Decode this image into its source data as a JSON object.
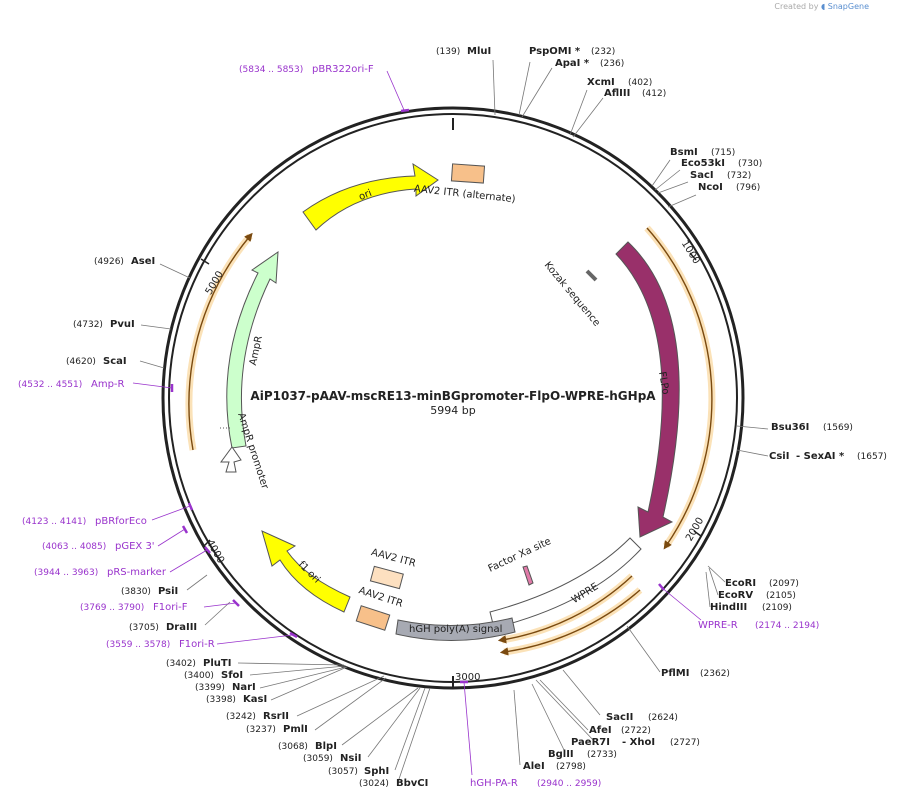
{
  "credit": {
    "prefix": "Created by",
    "brand": "SnapGene"
  },
  "plasmid": {
    "name": "AiP1037-pAAV-mscRE13-minBGpromoter-FlpO-WPRE-hGHpA",
    "length_label": "5994 bp",
    "length": 5994
  },
  "ticks": [
    {
      "pos": 1000,
      "label": "1000"
    },
    {
      "pos": 2000,
      "label": "2000"
    },
    {
      "pos": 3000,
      "label": "3000"
    },
    {
      "pos": 4000,
      "label": "4000"
    },
    {
      "pos": 5000,
      "label": "5000"
    }
  ],
  "enzymes": [
    {
      "name": "MluI",
      "pos": "(139)"
    },
    {
      "name": "PspOMI *",
      "pos": "(232)"
    },
    {
      "name": "ApaI *",
      "pos": "(236)"
    },
    {
      "name": "XcmI",
      "pos": "(402)"
    },
    {
      "name": "AflIII",
      "pos": "(412)"
    },
    {
      "name": "BsmI",
      "pos": "(715)"
    },
    {
      "name": "Eco53kI",
      "pos": "(730)"
    },
    {
      "name": "SacI",
      "pos": "(732)"
    },
    {
      "name": "NcoI",
      "pos": "(796)"
    },
    {
      "name": "Bsu36I",
      "pos": "(1569)"
    },
    {
      "name": "CsiI",
      "pos": "(1657)",
      "suffix": "- SexAI *"
    },
    {
      "name": "EcoRI",
      "pos": "(2097)"
    },
    {
      "name": "EcoRV",
      "pos": "(2105)"
    },
    {
      "name": "HindIII",
      "pos": "(2109)"
    },
    {
      "name": "PflMI",
      "pos": "(2362)"
    },
    {
      "name": "SacII",
      "pos": "(2624)"
    },
    {
      "name": "AfeI",
      "pos": "(2722)"
    },
    {
      "name": "PaeR7I",
      "pos": "(2727)",
      "prefix": "- XhoI"
    },
    {
      "name": "BglII",
      "pos": "(2733)"
    },
    {
      "name": "AleI",
      "pos": "(2798)"
    },
    {
      "name": "BbvCI",
      "pos": "(3024)"
    },
    {
      "name": "SphI",
      "pos": "(3057)"
    },
    {
      "name": "NsiI",
      "pos": "(3059)"
    },
    {
      "name": "BlpI",
      "pos": "(3068)"
    },
    {
      "name": "PmlI",
      "pos": "(3237)"
    },
    {
      "name": "RsrII",
      "pos": "(3242)"
    },
    {
      "name": "KasI",
      "pos": "(3398)"
    },
    {
      "name": "NarI",
      "pos": "(3399)"
    },
    {
      "name": "SfoI",
      "pos": "(3400)"
    },
    {
      "name": "PluTI",
      "pos": "(3402)"
    },
    {
      "name": "DraIII",
      "pos": "(3705)"
    },
    {
      "name": "PsiI",
      "pos": "(3830)"
    },
    {
      "name": "ScaI",
      "pos": "(4620)"
    },
    {
      "name": "PvuI",
      "pos": "(4732)"
    },
    {
      "name": "AseI",
      "pos": "(4926)"
    }
  ],
  "primers": [
    {
      "name": "pBR322ori-F",
      "range": "(5834 .. 5853)"
    },
    {
      "name": "Amp-R",
      "range": "(4532 .. 4551)"
    },
    {
      "name": "pBRforEco",
      "range": "(4123 .. 4141)"
    },
    {
      "name": "pGEX 3'",
      "range": "(4063 .. 4085)"
    },
    {
      "name": "pRS-marker",
      "range": "(3944 .. 3963)"
    },
    {
      "name": "F1ori-F",
      "range": "(3769 .. 3790)"
    },
    {
      "name": "F1ori-R",
      "range": "(3559 .. 3578)"
    },
    {
      "name": "WPRE-R",
      "range": "(2174 .. 2194)"
    },
    {
      "name": "hGH-PA-R",
      "range": "(2940 .. 2959)"
    }
  ],
  "features": {
    "ori": "ori",
    "itr_alt": "AAV2 ITR (alternate)",
    "kozak": "Kozak sequence",
    "flpo": "FLPo",
    "ampr": "AmpR",
    "ampr_promoter": "AmpR promoter",
    "f1_ori": "f1 ori",
    "itr1": "AAV2 ITR",
    "itr2": "AAV2 ITR",
    "hgh": "hGH poly(A) signal",
    "factor_xa": "Factor Xa site",
    "wpre": "WPRE"
  },
  "colors": {
    "backbone": "#222222",
    "ori": "#ffff00",
    "itr": "#f7c08a",
    "itr_light": "#fde0c0",
    "flpo": "#99306a",
    "ampr": "#ccffcc",
    "orf": "#f0a22a",
    "primer": "#9933cc",
    "hgh": "#a7aab3",
    "factor_xa": "#e07aa8"
  }
}
